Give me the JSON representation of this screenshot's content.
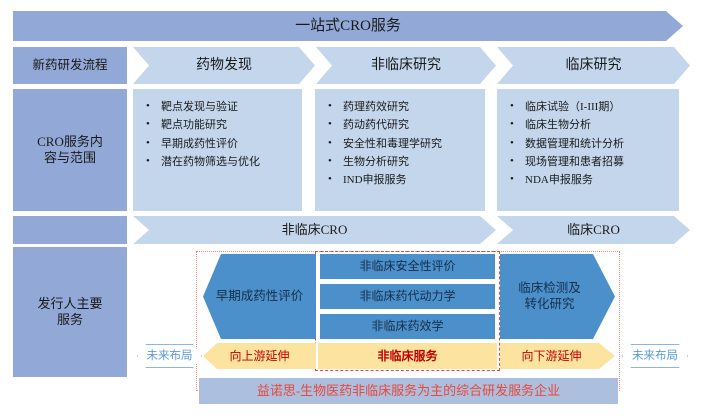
{
  "title": {
    "text": "一站式CRO服务"
  },
  "rows": {
    "process_label": "新药研发流程",
    "scope_label": "CRO服务内\n容与范围",
    "scope_label_l1": "CRO服务内",
    "scope_label_l2": "容与范围",
    "issuer_label_l1": "发行人主要",
    "issuer_label_l2": "服务"
  },
  "stages": [
    {
      "name": "drug-discovery",
      "label": "药物发现"
    },
    {
      "name": "preclinical-research",
      "label": "非临床研究"
    },
    {
      "name": "clinical-research",
      "label": "临床研究"
    }
  ],
  "scope": [
    {
      "name": "drug-discovery",
      "items": [
        "靶点发现与验证",
        "靶点功能研究",
        "早期成药性评价",
        "潜在药物筛选与优化"
      ]
    },
    {
      "name": "preclinical-research",
      "items": [
        "药理药效研究",
        "药动药代研究",
        "安全性和毒理学研究",
        "生物分析研究",
        "IND申报服务"
      ]
    },
    {
      "name": "clinical-research",
      "items": [
        "临床试验（I-III期）",
        "临床生物分析",
        "数据管理和统计分析",
        "现场管理和患者招募",
        "NDA申报服务"
      ]
    }
  ],
  "cro_types": [
    {
      "name": "preclinical-cro",
      "label": "非临床CRO"
    },
    {
      "name": "clinical-cro",
      "label": "临床CRO"
    }
  ],
  "issuer_services": {
    "early": "早期成药性评价",
    "preclinical": [
      "非临床安全性评价",
      "非临床药代动力学",
      "非临床药效学"
    ],
    "clinical_l1": "临床检测及",
    "clinical_l2": "转化研究"
  },
  "strategy": {
    "upstream": "向上游延伸",
    "core": "非临床服务",
    "downstream": "向下游延伸",
    "future_left": "未来布局",
    "future_right": "未来布局"
  },
  "summary": "益诺思-生物医药非临床服务为主的综合研发服务企业",
  "colors": {
    "header_blue": "#92a8d6",
    "light_blue": "#c3d6ec",
    "accent_blue": "#4b8fcb",
    "yellow": "#fde3a0",
    "red_text": "#c00000",
    "red_dash": "#e8483a",
    "summary_bg": "#acbfdf"
  }
}
